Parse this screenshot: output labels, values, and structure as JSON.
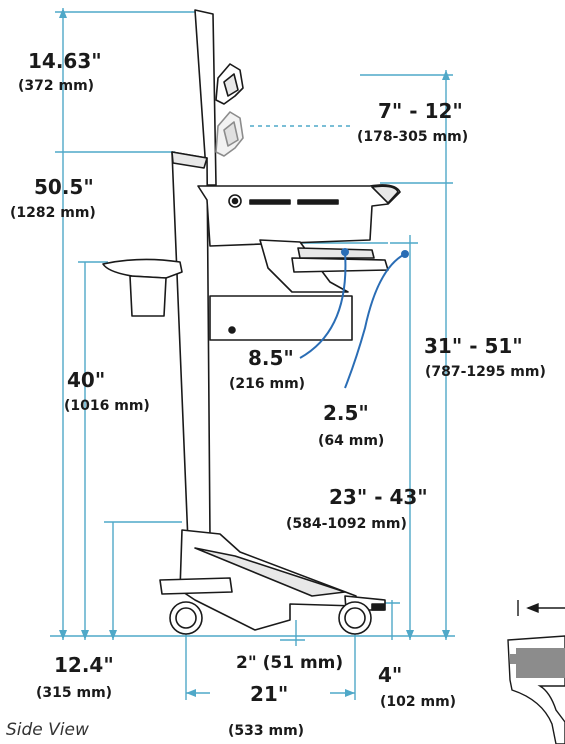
{
  "caption": "Side View",
  "colors": {
    "dimension_line": "#4fa8c8",
    "accent_blue": "#2a6db5",
    "cart_outline": "#1a1a1a",
    "cart_fill": "#ffffff",
    "cart_shade": "#e8e8e8",
    "cart_dark": "#8c8c8c"
  },
  "dimensions": {
    "monitor_height": {
      "imperial": "14.63\"",
      "metric": "(372 mm)"
    },
    "monitor_lift": {
      "imperial": "7\" - 12\"",
      "metric": "(178-305 mm)"
    },
    "overall_height": {
      "imperial": "50.5\"",
      "metric": "(1282 mm)"
    },
    "work_surface_height": {
      "imperial": "31\" - 51\"",
      "metric": "(787-1295 mm)"
    },
    "handle_height": {
      "imperial": "40\"",
      "metric": "(1016 mm)"
    },
    "keyboard_width": {
      "imperial": "8.5\"",
      "metric": "(216 mm)"
    },
    "keyboard_offset": {
      "imperial": "2.5\"",
      "metric": "(64 mm)"
    },
    "keyboard_height": {
      "imperial": "23\" - 43\"",
      "metric": "(584-1092 mm)"
    },
    "base_front": {
      "imperial": "12.4\"",
      "metric": "(315 mm)"
    },
    "wheel_offset": {
      "imperial": "2\" (51 mm)"
    },
    "base_depth": {
      "imperial": "21\"",
      "metric": "(533 mm)"
    },
    "caster_offset": {
      "imperial": "4\"",
      "metric": "(102 mm)"
    }
  }
}
